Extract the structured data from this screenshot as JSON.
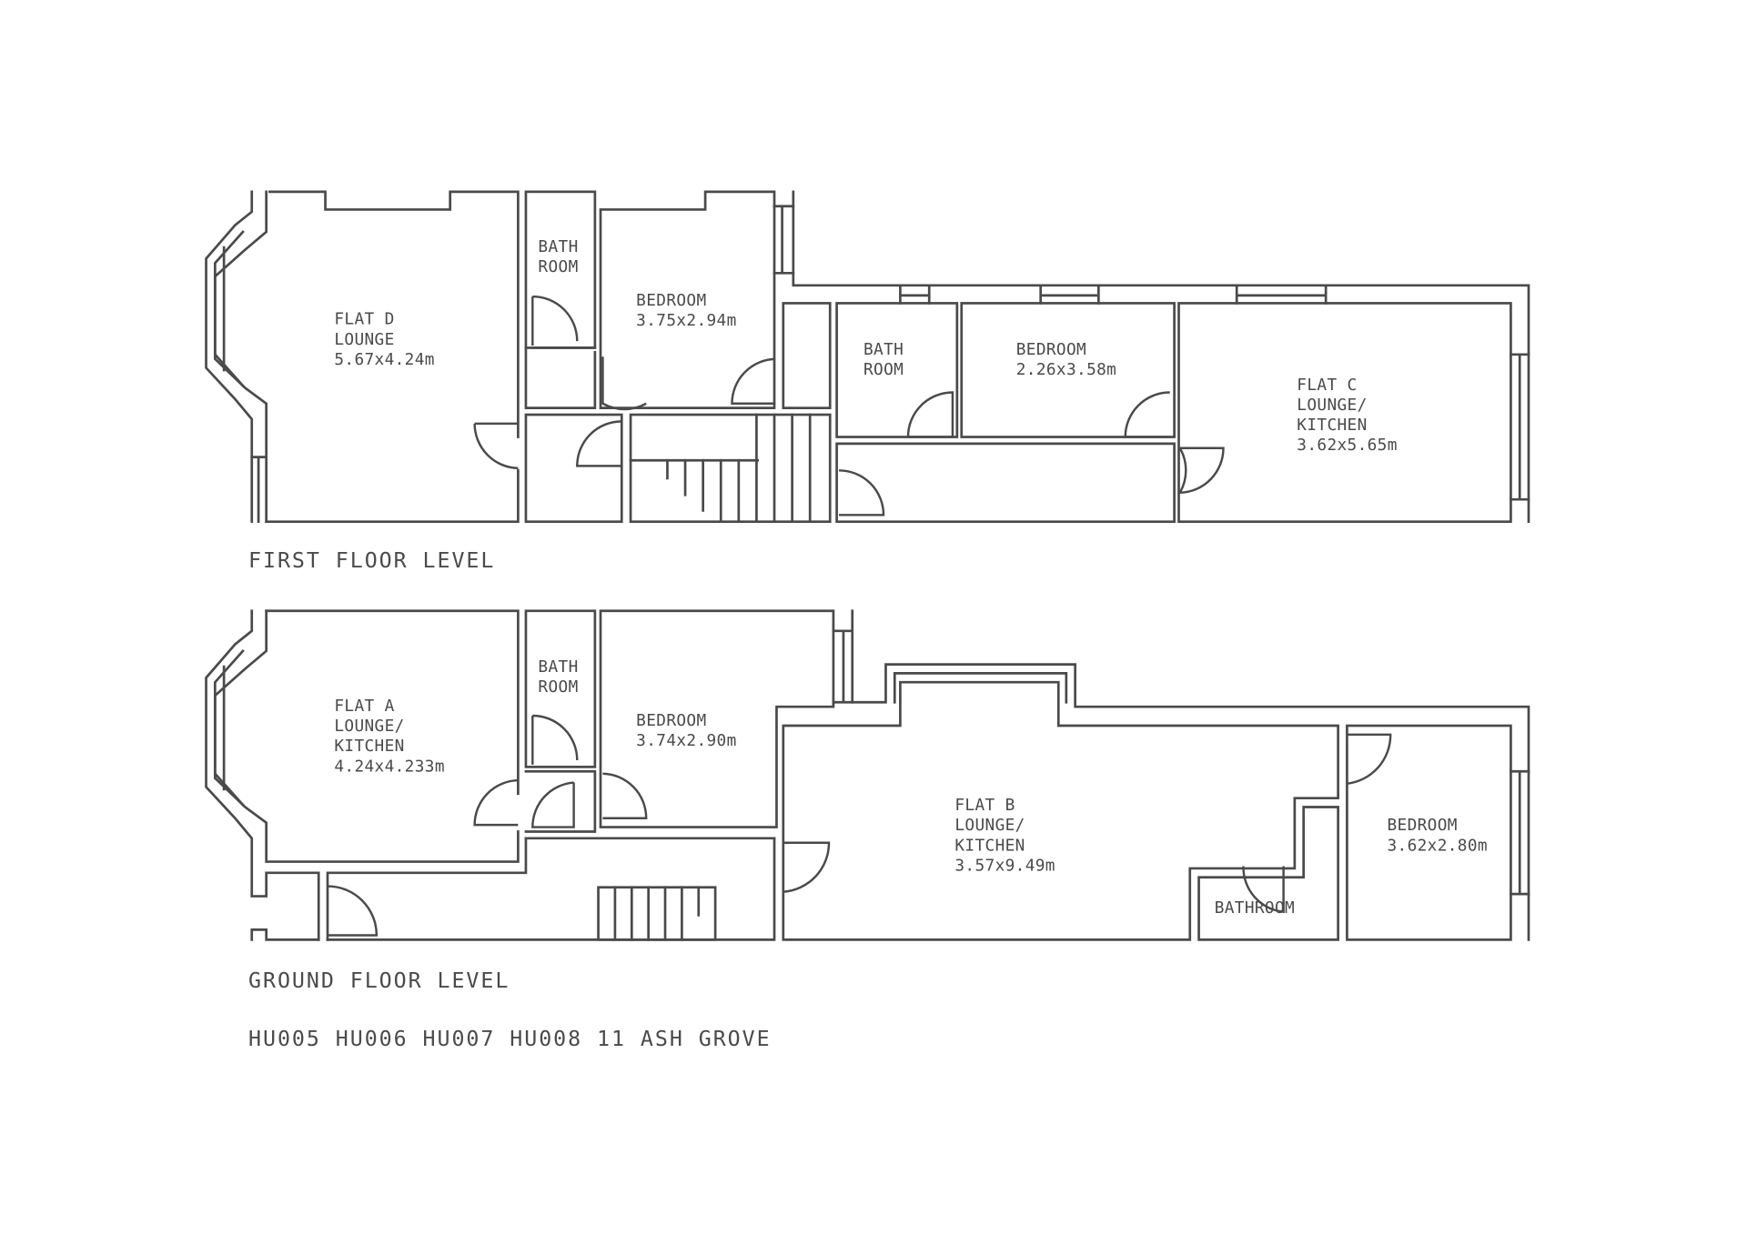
{
  "document": {
    "title": "HU005 HU006 HU007 HU008 11 ASH GROVE",
    "stroke_color": "#4a4a4a",
    "background": "#ffffff"
  },
  "first_floor": {
    "level_label": "FIRST FLOOR LEVEL",
    "rooms": [
      {
        "id": "flat-d-lounge",
        "lines": [
          "FLAT D",
          "LOUNGE",
          "5.67x4.24m"
        ]
      },
      {
        "id": "bathroom-1",
        "lines": [
          "BATH",
          "ROOM"
        ]
      },
      {
        "id": "bedroom-1",
        "lines": [
          "BEDROOM",
          "3.75x2.94m"
        ]
      },
      {
        "id": "bathroom-2",
        "lines": [
          "BATH",
          "ROOM"
        ]
      },
      {
        "id": "bedroom-2",
        "lines": [
          "BEDROOM",
          "2.26x3.58m"
        ]
      },
      {
        "id": "flat-c-lounge-kitchen",
        "lines": [
          "FLAT C",
          "LOUNGE/",
          "KITCHEN",
          "3.62x5.65m"
        ]
      }
    ]
  },
  "ground_floor": {
    "level_label": "GROUND FLOOR LEVEL",
    "rooms": [
      {
        "id": "flat-a-lounge-kitchen",
        "lines": [
          "FLAT A",
          "LOUNGE/",
          "KITCHEN",
          "4.24x4.233m"
        ]
      },
      {
        "id": "bathroom-3",
        "lines": [
          "BATH",
          "ROOM"
        ]
      },
      {
        "id": "bedroom-3",
        "lines": [
          "BEDROOM",
          "3.74x2.90m"
        ]
      },
      {
        "id": "flat-b-lounge-kitchen",
        "lines": [
          "FLAT B",
          "LOUNGE/",
          "KITCHEN",
          "3.57x9.49m"
        ]
      },
      {
        "id": "bathroom-4",
        "lines": [
          "BATHROOM"
        ]
      },
      {
        "id": "bedroom-4",
        "lines": [
          "BEDROOM",
          "3.62x2.80m"
        ]
      }
    ]
  }
}
